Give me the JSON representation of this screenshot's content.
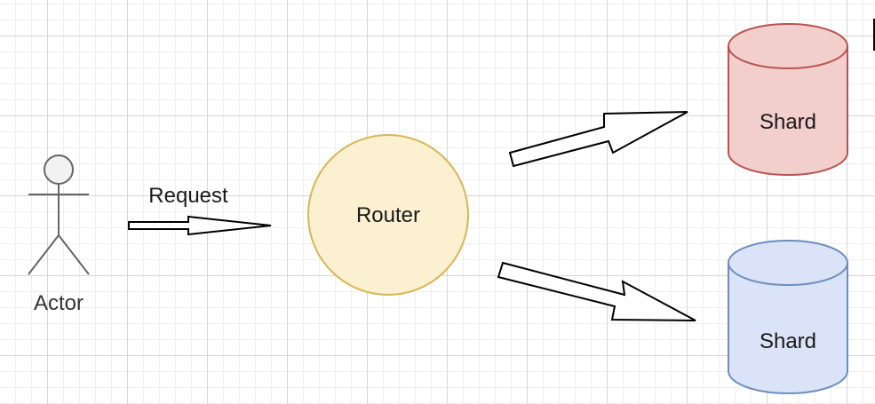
{
  "diagram": {
    "nodes": {
      "actor": {
        "label": "Actor"
      },
      "router": {
        "label": "Router",
        "fill": "#fbf0d0",
        "stroke": "#d6b656"
      },
      "shard_top": {
        "label": "Shard",
        "fill": "#f2cfcc",
        "stroke": "#b85450"
      },
      "shard_bottom": {
        "label": "Shard",
        "fill": "#dae3f7",
        "stroke": "#6c8ebf"
      }
    },
    "edges": {
      "request": {
        "label": "Request"
      }
    }
  }
}
